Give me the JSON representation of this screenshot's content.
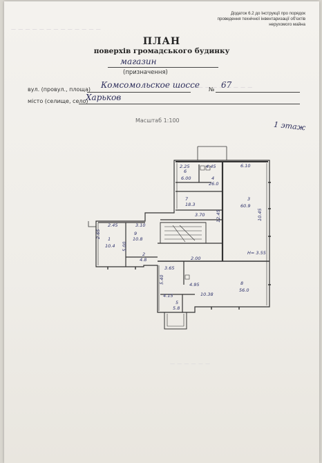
{
  "header": {
    "note_line1": "Додаток 6.2 до Інструкції про порядок",
    "note_line2": "проведення технічної інвентаризації об'єктів",
    "note_line3": "нерухомого майна"
  },
  "title": {
    "main": "ПЛАН",
    "sub": "поверхів громадського будинку"
  },
  "form": {
    "purpose_value": "магазин",
    "purpose_label": "(призначення)",
    "street_label": "вул. (провул., площа)",
    "street_value": "Комсомольское шоссе",
    "number_label": "№",
    "number_value": "67",
    "city_label": "місто (селище, село)",
    "city_value": "Харьков"
  },
  "scale_label": "Масштаб 1:100",
  "floor_note": "1 этаж",
  "plan": {
    "rooms": [
      {
        "num": "1",
        "area": "10.4"
      },
      {
        "num": "2",
        "area": "4.8"
      },
      {
        "num": "3",
        "area": "60.9"
      },
      {
        "num": "4",
        "area": "26.0"
      },
      {
        "num": "5",
        "area": "5.8"
      },
      {
        "num": "6",
        "area": "6.00"
      },
      {
        "num": "7",
        "area": "18.3"
      },
      {
        "num": "8",
        "area": "56.0"
      },
      {
        "num": "9",
        "area": "10.8"
      }
    ],
    "dimensions": [
      "2.25",
      "4.45",
      "6.10",
      "3.70",
      "12.45",
      "10.45",
      "2.45",
      "3.10",
      "5.00",
      "2.00",
      "3.65",
      "4.95",
      "4.15",
      "10.38",
      "5.40",
      "2.65"
    ],
    "marks": [
      "H= 3.55"
    ]
  }
}
